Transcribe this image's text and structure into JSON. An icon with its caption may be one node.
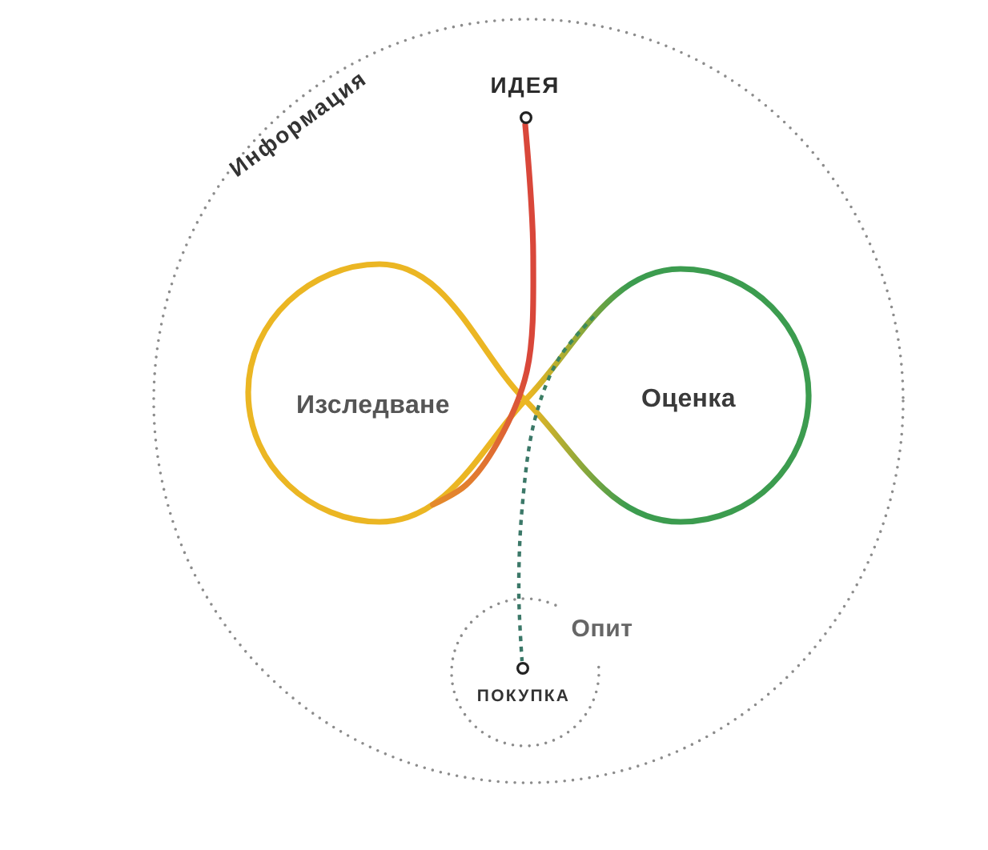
{
  "diagram": {
    "nodes": [
      {
        "text": [
          "Информация"
        ]
      },
      {
        "text": [
          "ИДЕЯ"
        ],
        "in": 0
      },
      {
        "text": [
          "Изследване"
        ],
        "in": 0
      },
      {
        "text": [
          "Оценка"
        ],
        "in": 0
      },
      {
        "text": [
          "Опит"
        ],
        "in": 0
      },
      {
        "text": [
          "ПОКУПКА"
        ],
        "in": 4
      }
    ],
    "edges": [
      {
        "from": 1,
        "to": 2,
        "arrow": "none",
        "color": "#d9473a"
      },
      {
        "from": 3,
        "to": 5,
        "arrow": "none",
        "style": "dashed",
        "color": "#3b7868"
      }
    ]
  }
}
